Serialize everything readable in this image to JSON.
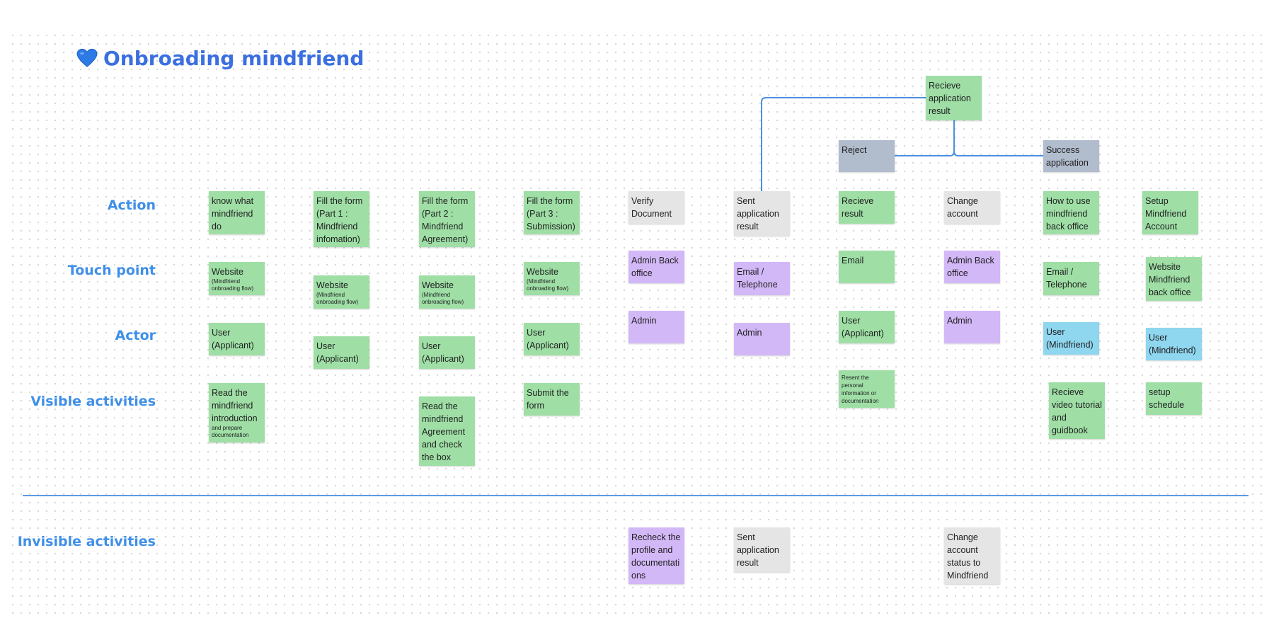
{
  "title": "Onbroading mindfriend",
  "row_labels": {
    "action": "Action",
    "touch_point": "Touch point",
    "actor": "Actor",
    "visible": "Visible activities",
    "invisible": "Invisible activities"
  },
  "branch": {
    "receive_result": "Recieve application result",
    "reject": "Reject",
    "success": "Success application"
  },
  "columns": [
    {
      "action": "know what mindfriend do",
      "touch_main": "Website",
      "touch_sub": "(Mindfriend onbroading flow)",
      "actor": "User (Applicant)",
      "visible_main": "Read the mindfriend introduction",
      "visible_sub": "and prepare documentation"
    },
    {
      "action": "Fill the form (Part 1 : Mindfriend infomation)",
      "touch_main": "Website",
      "touch_sub": "(Mindfriend onbroading flow)",
      "actor": "User (Applicant)"
    },
    {
      "action": "Fill the form (Part 2 : Mindfriend Agreement)",
      "touch_main": "Website",
      "touch_sub": "(Mindfriend onbroading flow)",
      "actor": "User (Applicant)",
      "visible": "Read the mindfriend Agreement and check the box"
    },
    {
      "action": "Fill the form (Part 3 : Submission)",
      "touch_main": "Website",
      "touch_sub": "(Mindfriend onbroading flow)",
      "actor": "User (Applicant)",
      "visible": "Submit the form"
    },
    {
      "action": "Verify Document",
      "touch": "Admin Back office",
      "actor": "Admin",
      "invisible": "Recheck the profile and documentati ons"
    },
    {
      "action": "Sent application result",
      "touch": "Email / Telephone",
      "actor": "Admin",
      "invisible": "Sent application result"
    },
    {
      "action": "Recieve result",
      "touch": "Email",
      "actor": "User (Applicant)",
      "visible": "Resent the personal information or documentation"
    },
    {
      "action": "Change account",
      "touch": "Admin Back office",
      "actor": "Admin",
      "invisible": "Change account status to Mindfriend"
    },
    {
      "action": "How to use mindfriend back office",
      "touch": "Email / Telephone",
      "actor": "User (Mindfriend)",
      "visible": "Recieve video tutorial and guidbook"
    },
    {
      "action": "Setup Mindfriend Account",
      "touch": "Website Mindfriend back office",
      "actor": "User (Mindfriend)",
      "visible": "setup schedule"
    }
  ],
  "colors": {
    "title": "#3b6fe0",
    "row_label": "#3f8fe8",
    "connector": "#4a90e2",
    "green": "#9fdfa6",
    "purple": "#d3b8f7",
    "gray": "#e5e5e5",
    "blue": "#8fd6ef",
    "slate": "#b1bccd"
  },
  "icons": {
    "title_icon": "blue-heart-icon"
  }
}
